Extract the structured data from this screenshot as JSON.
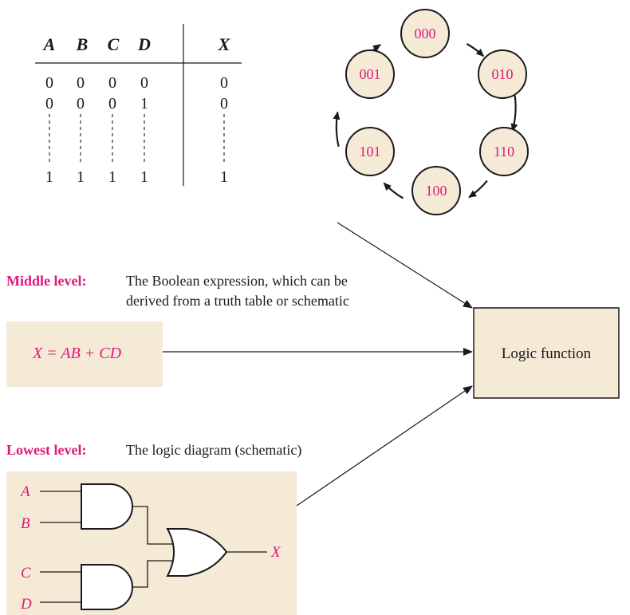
{
  "truth_table": {
    "headers": [
      "A",
      "B",
      "C",
      "D",
      "X"
    ],
    "rows": [
      [
        "0",
        "0",
        "0",
        "0",
        "0"
      ],
      [
        "0",
        "0",
        "0",
        "1",
        "0"
      ],
      [
        "1",
        "1",
        "1",
        "1",
        "1"
      ]
    ]
  },
  "state_diagram": {
    "states": [
      "000",
      "010",
      "110",
      "100",
      "101",
      "001"
    ]
  },
  "middle_level": {
    "label": "Middle level:",
    "description_line1": "The Boolean expression, which can be",
    "description_line2": "derived from a truth table or schematic",
    "expression": "X = AB + CD"
  },
  "lowest_level": {
    "label": "Lowest level:",
    "description": "The logic diagram (schematic)",
    "inputs": [
      "A",
      "B",
      "C",
      "D"
    ],
    "output": "X"
  },
  "logic_function": {
    "label": "Logic function"
  },
  "colors": {
    "accent": "#e0187a",
    "panel_fill": "#f5ead6",
    "ink": "#1a1a1a"
  }
}
